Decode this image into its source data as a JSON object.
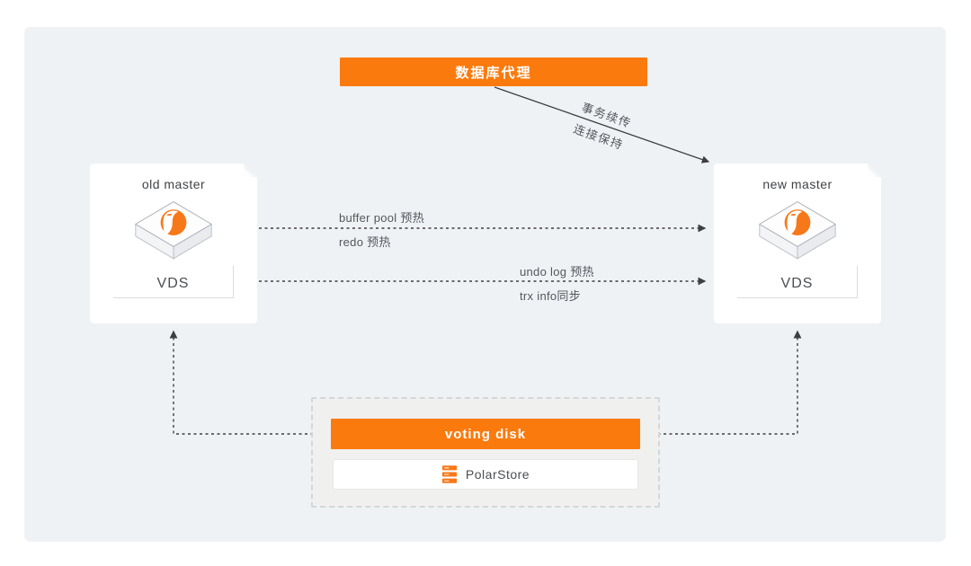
{
  "proxy": {
    "label": "数据库代理"
  },
  "nodes": {
    "old_master": {
      "title": "old master",
      "unit": "VDS"
    },
    "new_master": {
      "title": "new master",
      "unit": "VDS"
    }
  },
  "edges": {
    "proxy_to_new_master": {
      "line1": "事务续传",
      "line2": "连接保持"
    },
    "masters_top": {
      "above": "buffer pool 预热",
      "below": "redo 预热"
    },
    "masters_bottom": {
      "above": "undo log 预热",
      "below": "trx info同步"
    }
  },
  "voting": {
    "disk": "voting disk",
    "store": "PolarStore"
  },
  "colors": {
    "accent_orange": "#FB7A0D",
    "canvas_bg": "#EFF2F5",
    "panel_gray": "#F0F0EF",
    "arrow": "#3E3E40"
  },
  "icons": {
    "vds_cube": "isometric-cube-with-polardb-logo",
    "polarstore": "storage-stack"
  }
}
